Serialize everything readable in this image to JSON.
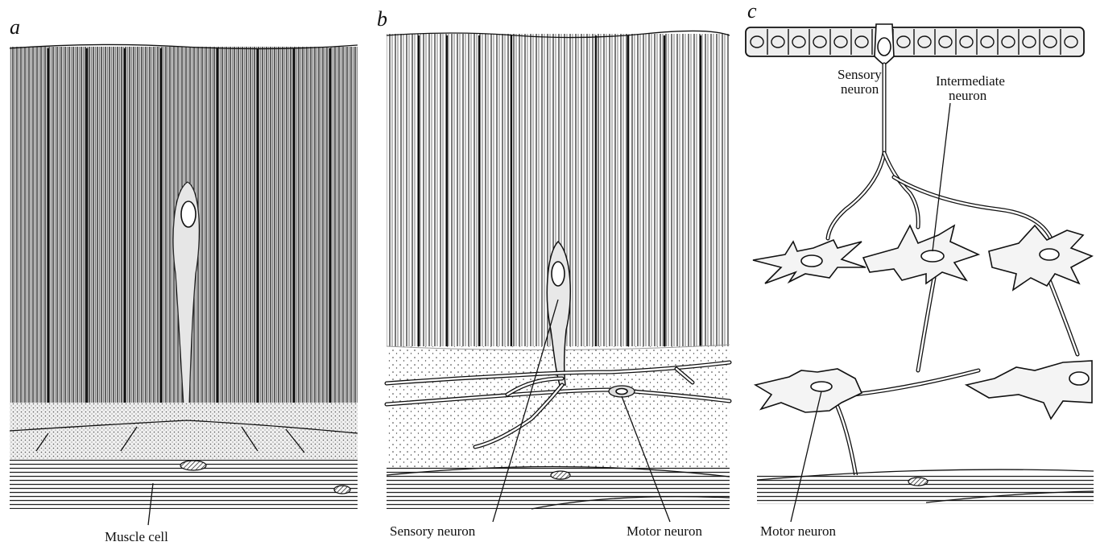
{
  "panels": {
    "a": {
      "letter": "a",
      "labels": {
        "muscle_cell": "Muscle cell"
      }
    },
    "b": {
      "letter": "b",
      "labels": {
        "sensory_neuron": "Sensory neuron",
        "motor_neuron": "Motor neuron"
      }
    },
    "c": {
      "letter": "c",
      "labels": {
        "sensory_neuron_line1": "Sensory",
        "sensory_neuron_line2": "neuron",
        "intermediate_neuron_line1": "Intermediate",
        "intermediate_neuron_line2": "neuron",
        "motor_neuron": "Motor neuron"
      }
    }
  }
}
